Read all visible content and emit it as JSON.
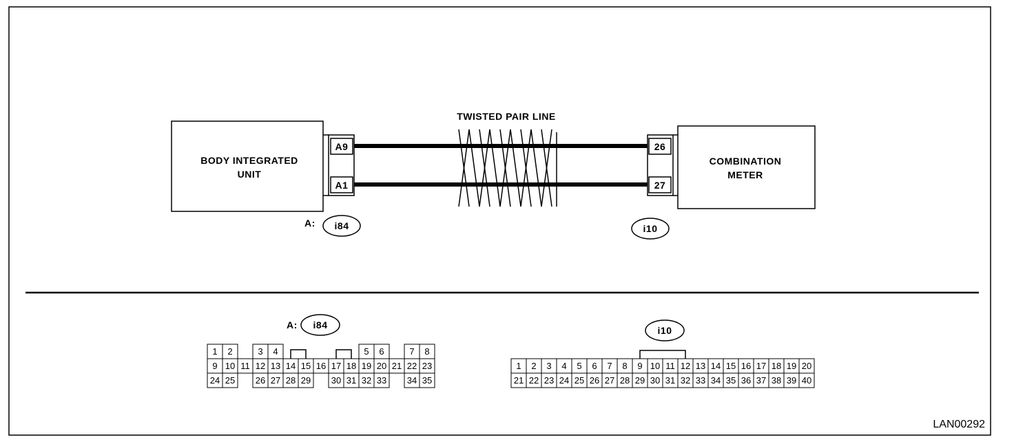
{
  "diagram": {
    "twisted_pair_label": "TWISTED PAIR LINE",
    "left_unit": {
      "line1": "BODY INTEGRATED",
      "line2": "UNIT"
    },
    "right_unit": {
      "line1": "COMBINATION",
      "line2": "METER"
    },
    "left_pins": {
      "top": "A9",
      "bottom": "A1"
    },
    "right_pins": {
      "top": "26",
      "bottom": "27"
    },
    "left_connector": {
      "prefix": "A:",
      "id": "i84"
    },
    "right_connector": {
      "id": "i10"
    },
    "figure_code": "LAN00292"
  },
  "connector_i84": {
    "prefix": "A:",
    "id": "i84",
    "rows": [
      [
        "1",
        "2",
        "",
        "3",
        "4",
        "",
        "",
        "",
        "",
        "",
        "",
        "5",
        "6",
        "",
        "7",
        "8"
      ],
      [
        "9",
        "10",
        "11",
        "12",
        "13",
        "14",
        "15",
        "16",
        "17",
        "18",
        "19",
        "20",
        "21",
        "22",
        "23"
      ],
      [
        "24",
        "25",
        "",
        "26",
        "27",
        "28",
        "29",
        "",
        "30",
        "31",
        "32",
        "33",
        "",
        "34",
        "35"
      ]
    ]
  },
  "connector_i10": {
    "id": "i10",
    "rows": [
      [
        "1",
        "2",
        "3",
        "4",
        "5",
        "6",
        "7",
        "8",
        "9",
        "10",
        "11",
        "12",
        "13",
        "14",
        "15",
        "16",
        "17",
        "18",
        "19",
        "20"
      ],
      [
        "21",
        "22",
        "23",
        "24",
        "25",
        "26",
        "27",
        "28",
        "29",
        "30",
        "31",
        "32",
        "33",
        "34",
        "35",
        "36",
        "37",
        "38",
        "39",
        "40"
      ]
    ]
  }
}
